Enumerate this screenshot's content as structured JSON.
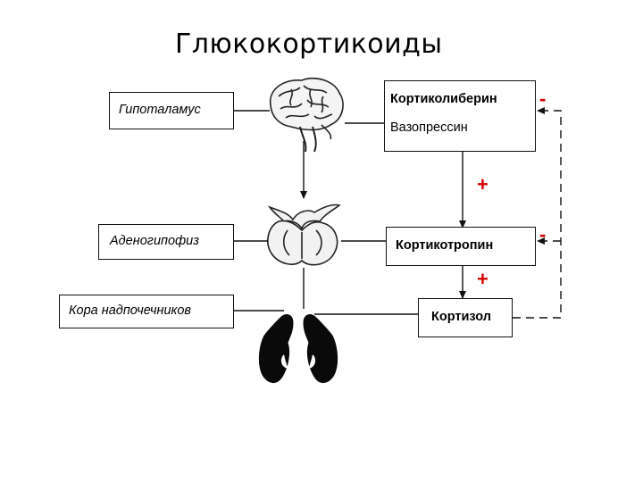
{
  "title": "Глюкокортикоиды",
  "organs": {
    "hypothalamus": "Гипоталамус",
    "adenohypophysis": "Аденогипофиз",
    "adrenal_cortex": "Кора надпочечников"
  },
  "hormones": {
    "corticoliberin": "Кортиколиберин",
    "vasopressin": "Вазопрессин",
    "corticotropin": "Кортикотропин",
    "cortisol": "Кортизол"
  },
  "signs": {
    "plus_1": "+",
    "plus_2": "+",
    "minus_1": "-",
    "minus_2": "-"
  },
  "colors": {
    "sign": "#d40000",
    "line": "#111111"
  }
}
